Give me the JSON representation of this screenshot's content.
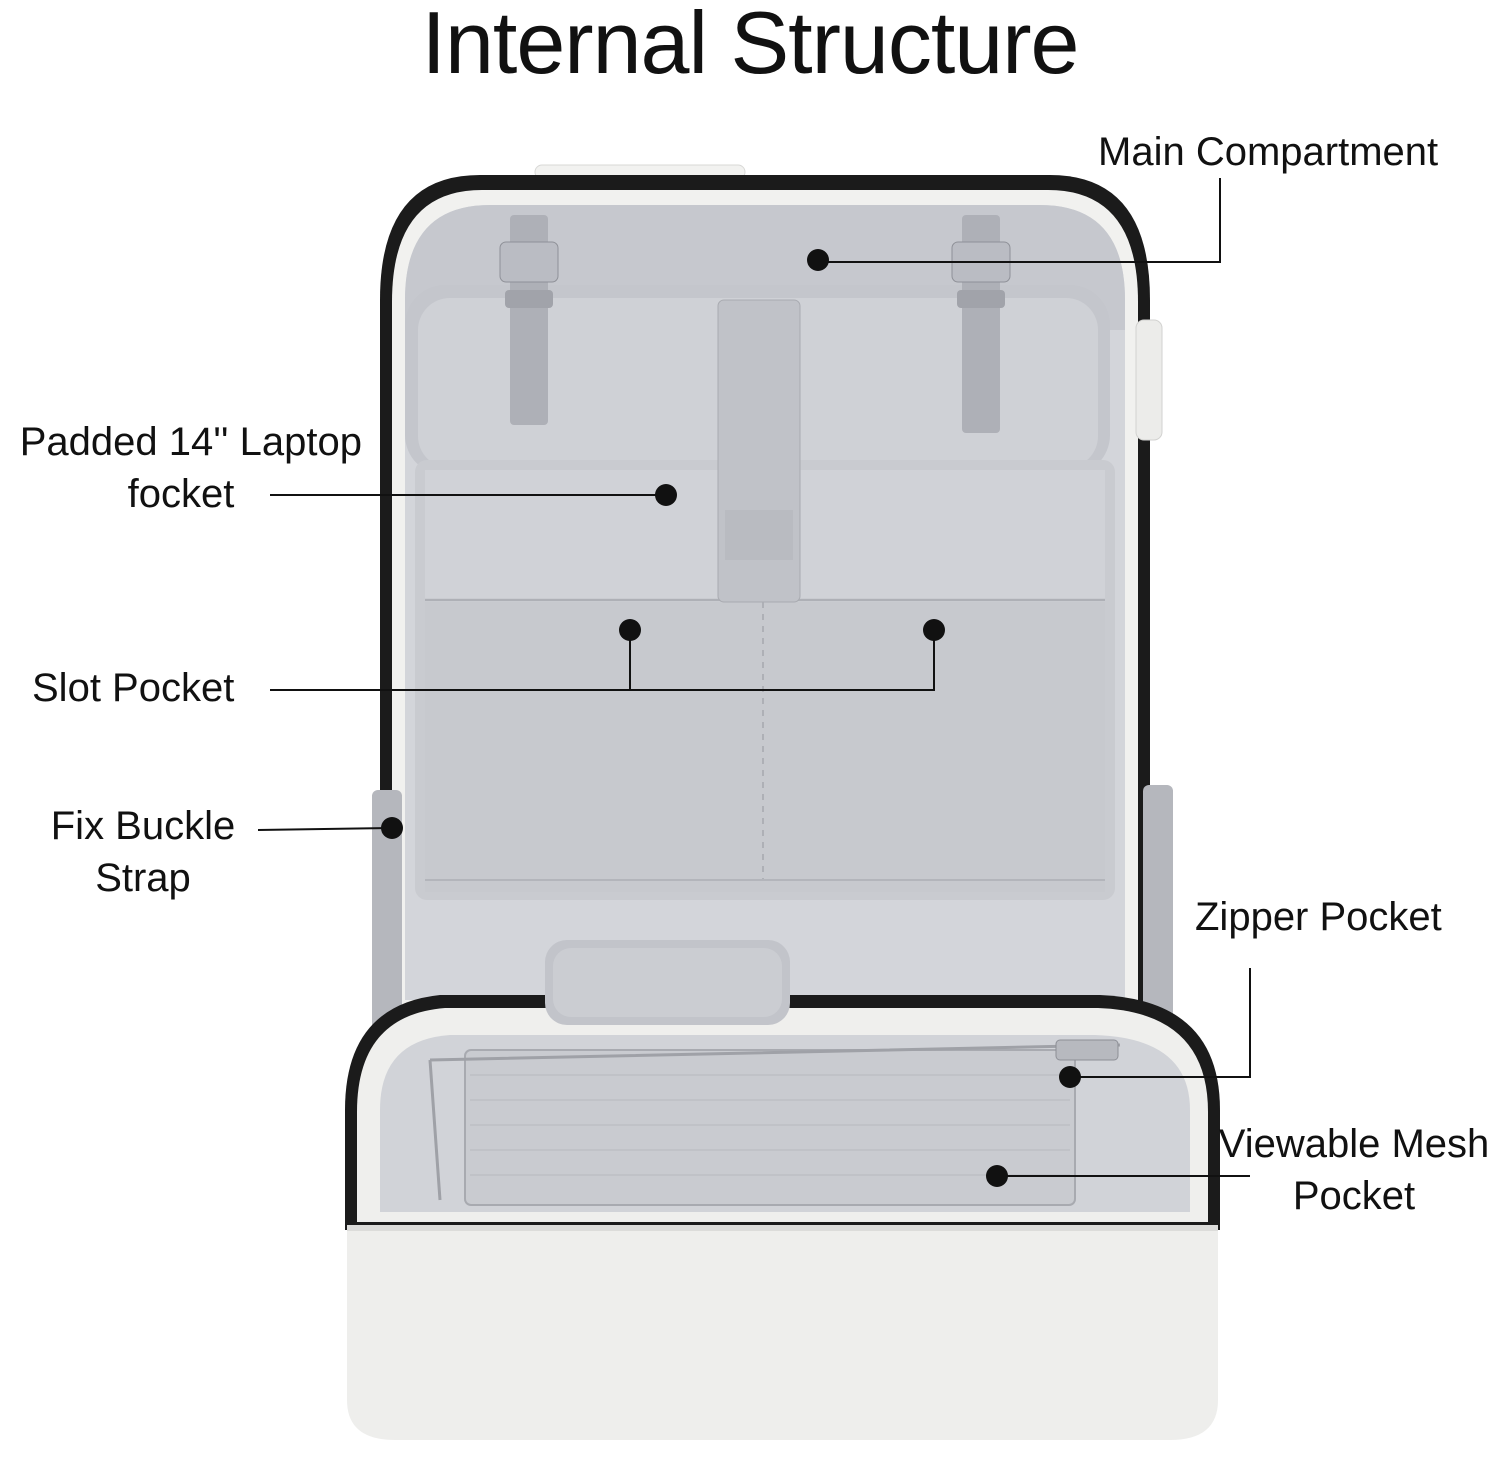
{
  "title": "Internal Structure",
  "labels": {
    "main_compartment": "Main Compartment",
    "laptop_pocket_line1": "Padded 14'' Laptop",
    "laptop_pocket_line2": "focket",
    "slot_pocket": "Slot Pocket",
    "fix_buckle_line1": "Fix Buckle",
    "fix_buckle_line2": "Strap",
    "zipper_pocket": "Zipper Pocket",
    "mesh_pocket_line1": "Viewable Mesh",
    "mesh_pocket_line2": "Pocket"
  },
  "colors": {
    "shell": "#eeeeec",
    "lining": "#c9cbd1",
    "lining_dark": "#b7b9c0",
    "zipper": "#1b1b1b",
    "callout": "#111111"
  }
}
